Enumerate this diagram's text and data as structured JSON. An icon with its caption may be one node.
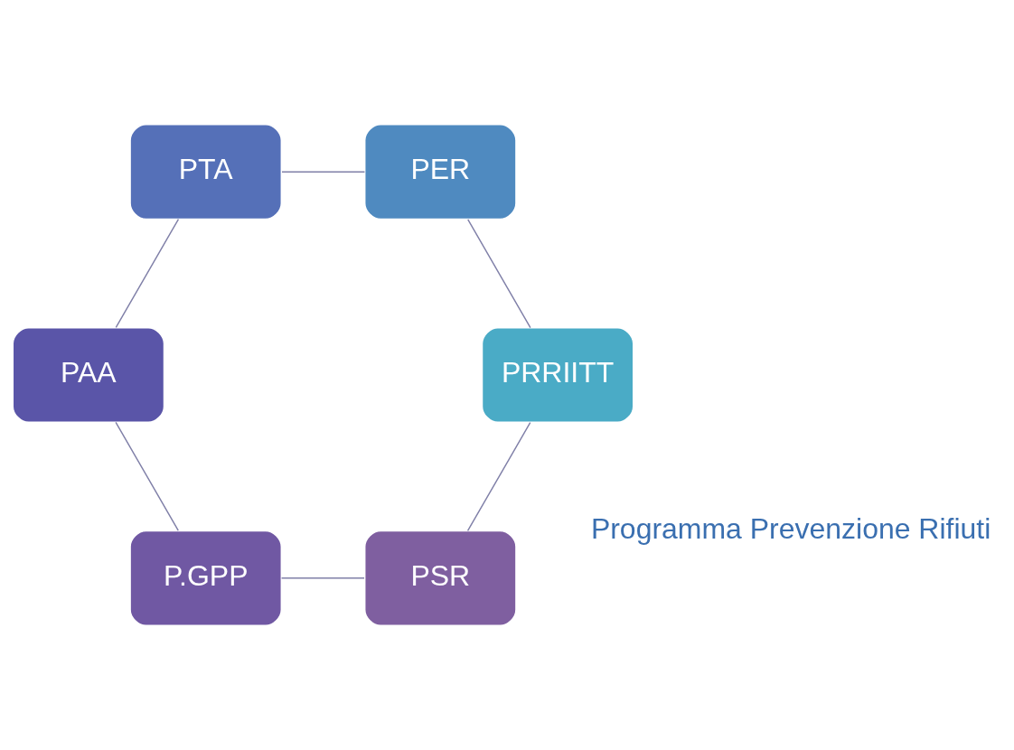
{
  "diagram": {
    "nodes": [
      {
        "text": [
          "PSR"
        ]
      },
      {
        "text": [
          "P.GPP"
        ]
      },
      {
        "text": [
          "PAA"
        ]
      },
      {
        "text": [
          "PTA"
        ]
      },
      {
        "text": [
          "PER"
        ]
      },
      {
        "text": [
          "PRRIITT"
        ]
      }
    ],
    "edges": [
      {
        "from": 0,
        "to": 1,
        "arrow": "none"
      },
      {
        "from": 1,
        "to": 2,
        "arrow": "none"
      },
      {
        "from": 2,
        "to": 3,
        "arrow": "none"
      },
      {
        "from": 3,
        "to": 4,
        "arrow": "none"
      },
      {
        "from": 4,
        "to": 5,
        "arrow": "none"
      },
      {
        "from": 5,
        "to": 0,
        "arrow": "none"
      }
    ],
    "labels": [
      "Programma Prevenzione Rifiuti"
    ]
  }
}
